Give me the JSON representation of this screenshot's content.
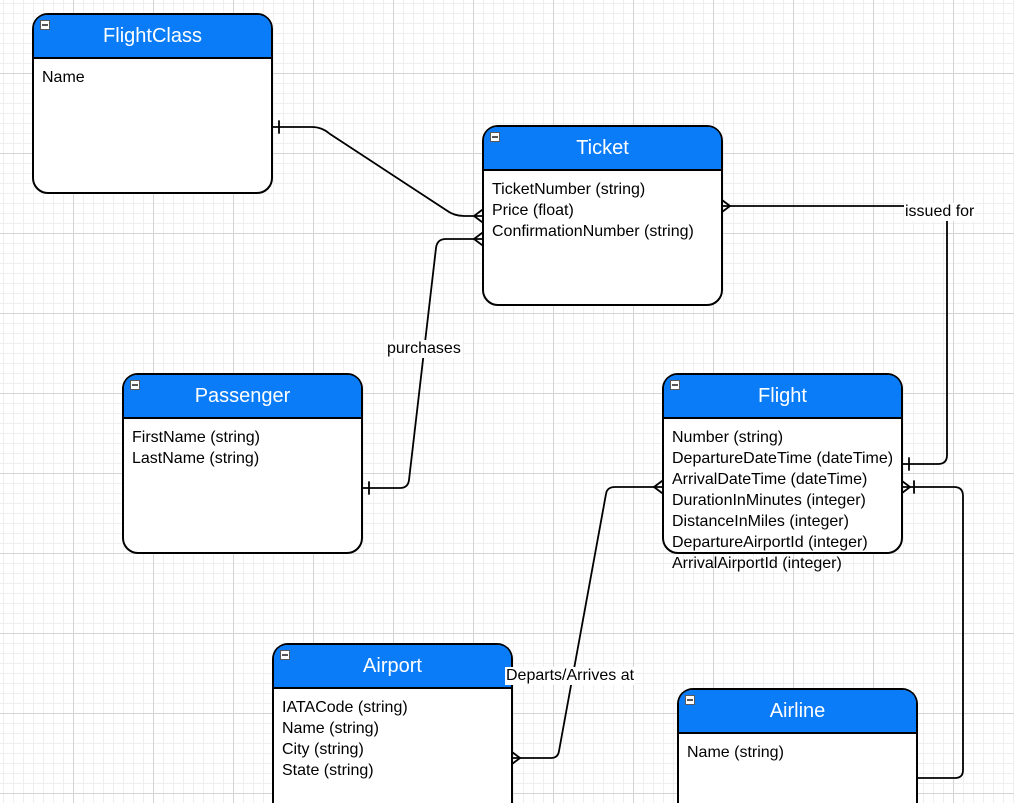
{
  "entities": {
    "flightclass": {
      "title": "FlightClass",
      "attributes": [
        "Name"
      ]
    },
    "ticket": {
      "title": "Ticket",
      "attributes": [
        "TicketNumber (string)",
        "Price (float)",
        "ConfirmationNumber (string)"
      ]
    },
    "passenger": {
      "title": "Passenger",
      "attributes": [
        "FirstName (string)",
        "LastName (string)"
      ]
    },
    "flight": {
      "title": "Flight",
      "attributes": [
        "Number (string)",
        "DepartureDateTime (dateTime)",
        "ArrivalDateTime (dateTime)",
        "DurationInMinutes (integer)",
        "DistanceInMiles (integer)",
        "DepartureAirportId (integer)",
        "ArrivalAirportId (integer)"
      ]
    },
    "airport": {
      "title": "Airport",
      "attributes": [
        "IATACode (string)",
        "Name (string)",
        "City (string)",
        "State (string)"
      ]
    },
    "airline": {
      "title": "Airline",
      "attributes": [
        "Name (string)"
      ]
    }
  },
  "relationships": {
    "issued_for": "issued for",
    "purchases": "purchases",
    "departs_arrives_at": "Departs/Arrives at"
  },
  "colors": {
    "header": "#0a7cf7",
    "border": "#000000",
    "grid": "#d4d4d4"
  }
}
